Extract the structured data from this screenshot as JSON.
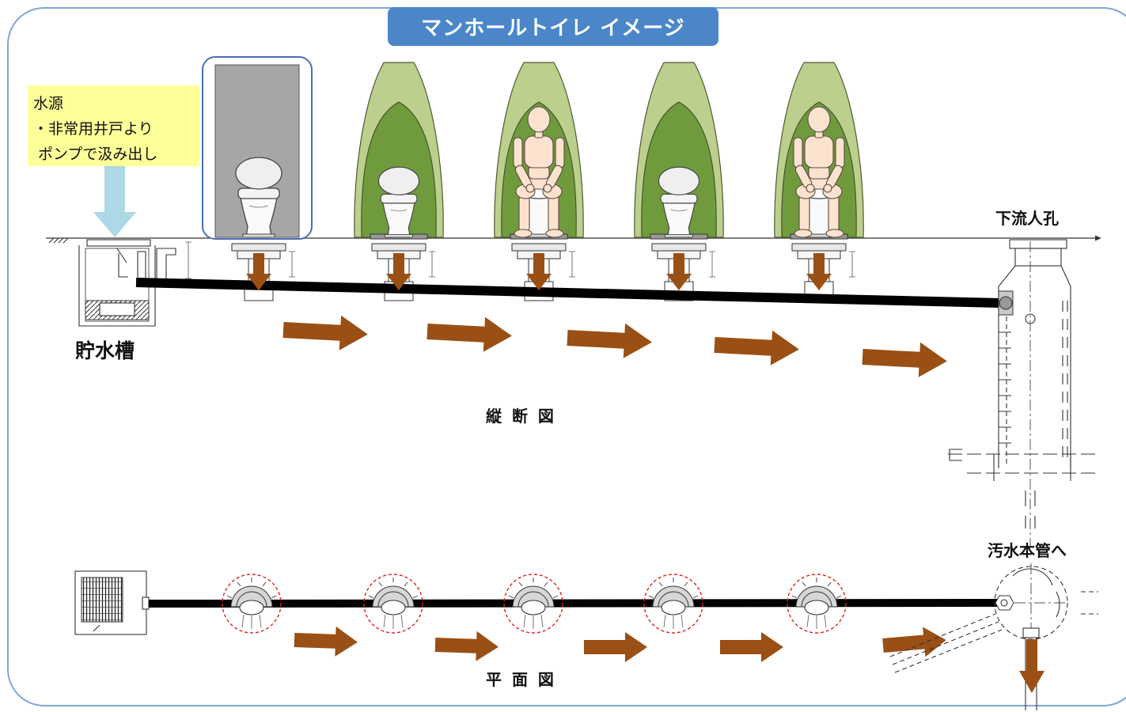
{
  "title": "マンホールトイレ イメージ",
  "water_source": {
    "heading": "水源",
    "line1": "・非常用井戸より",
    "line2": "ポンプで汲み出し"
  },
  "labels": {
    "storage_tank": "貯水槽",
    "downstream_manhole": "下流人孔",
    "longitudinal_section": "縦 断 図",
    "to_main_sewer": "汚水本管へ",
    "plan_view": "平 面 図"
  },
  "stalls": [
    {
      "icon": "open-toilet-stall-icon",
      "occupied": false
    },
    {
      "icon": "tent-toilet-booth-icon",
      "occupied": false
    },
    {
      "icon": "tent-toilet-booth-icon",
      "occupied": true
    },
    {
      "icon": "tent-toilet-booth-icon",
      "occupied": false
    },
    {
      "icon": "tent-toilet-booth-icon",
      "occupied": true
    }
  ],
  "colors": {
    "frame": "#7ba7d7",
    "title_bg": "#4a86c8",
    "note_bg": "#ffff99",
    "water": "#add8e6",
    "flow": "#9a4f14",
    "booth_outer": "#bccf8d",
    "booth_inner": "#6f9b3d",
    "marker": "#e02020",
    "stall_border": "#4a6fb5",
    "stall_fill": "#a6a6a6",
    "skin": "#fde3cf"
  }
}
